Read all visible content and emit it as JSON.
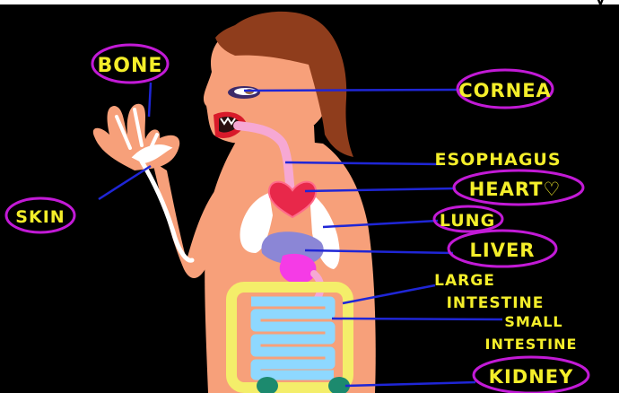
{
  "image": {
    "corner_fragment": "y"
  },
  "labels": {
    "bone": "BONE",
    "cornea": "CORNEA",
    "esophagus": "ESOPHAGUS",
    "heart": "HEART♡",
    "skin": "SKIN",
    "lung": "LUNG",
    "liver": "LIVER",
    "large_intestine_line1": "LARGE",
    "large_intestine_line2": "INTESTINE",
    "small_intestine_line1": "SMALL",
    "small_intestine_line2": "INTESTINE",
    "kidney": "KIDNEY"
  },
  "colors": {
    "background": "#000000",
    "label_text": "#f4ee2a",
    "label_ring": "#c21ad6",
    "leader_line": "#1f26d6",
    "skin_tone": "#f7a07a",
    "hair": "#8f3d1c"
  }
}
